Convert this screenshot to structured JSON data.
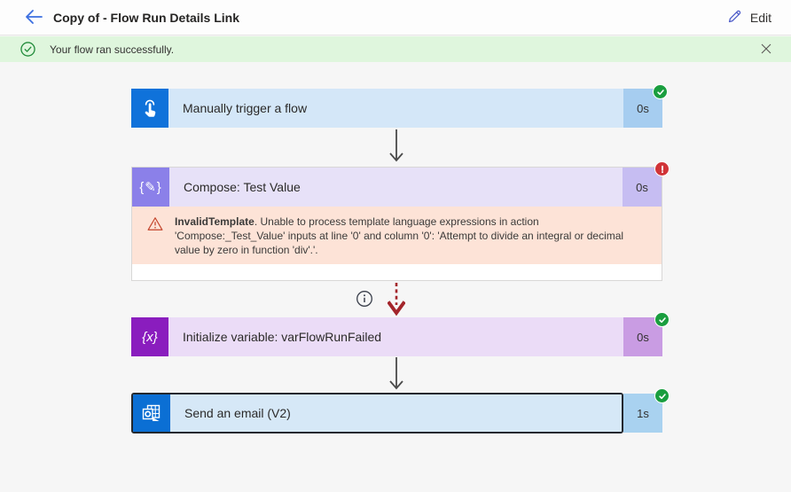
{
  "header": {
    "title": "Copy of - Flow Run Details Link",
    "edit_label": "Edit"
  },
  "banner": {
    "message": "Your flow ran successfully."
  },
  "icons": {
    "compose_glyph": "{✎}",
    "variable_glyph": "{x}",
    "outlook_letter": "o"
  },
  "colors": {
    "success_badge": "#1a9e3f",
    "error_badge": "#d13438",
    "banner_bg": "#dff6dd",
    "banner_check": "#218c3a",
    "trigger_blue": "#0f72da",
    "compose_purple": "#8b80e9",
    "variable_purple": "#8a1dbe",
    "email_blue": "#0b6fd4",
    "error_panel_bg": "#fde3d7",
    "dashed_arrow_red": "#a3252b",
    "selected_border": "#23282e"
  },
  "steps": [
    {
      "label": "Manually trigger a flow",
      "duration": "0s",
      "status": "success"
    },
    {
      "label": "Compose: Test Value",
      "duration": "0s",
      "status": "error",
      "error": {
        "code": "InvalidTemplate",
        "message": ". Unable to process template language expressions in action 'Compose:_Test_Value' inputs at line '0' and column '0': 'Attempt to divide an integral or decimal value by zero in function 'div'.'."
      }
    },
    {
      "label": "Initialize variable: varFlowRunFailed",
      "duration": "0s",
      "status": "success"
    },
    {
      "label": "Send an email (V2)",
      "duration": "1s",
      "status": "success",
      "selected": true
    }
  ]
}
